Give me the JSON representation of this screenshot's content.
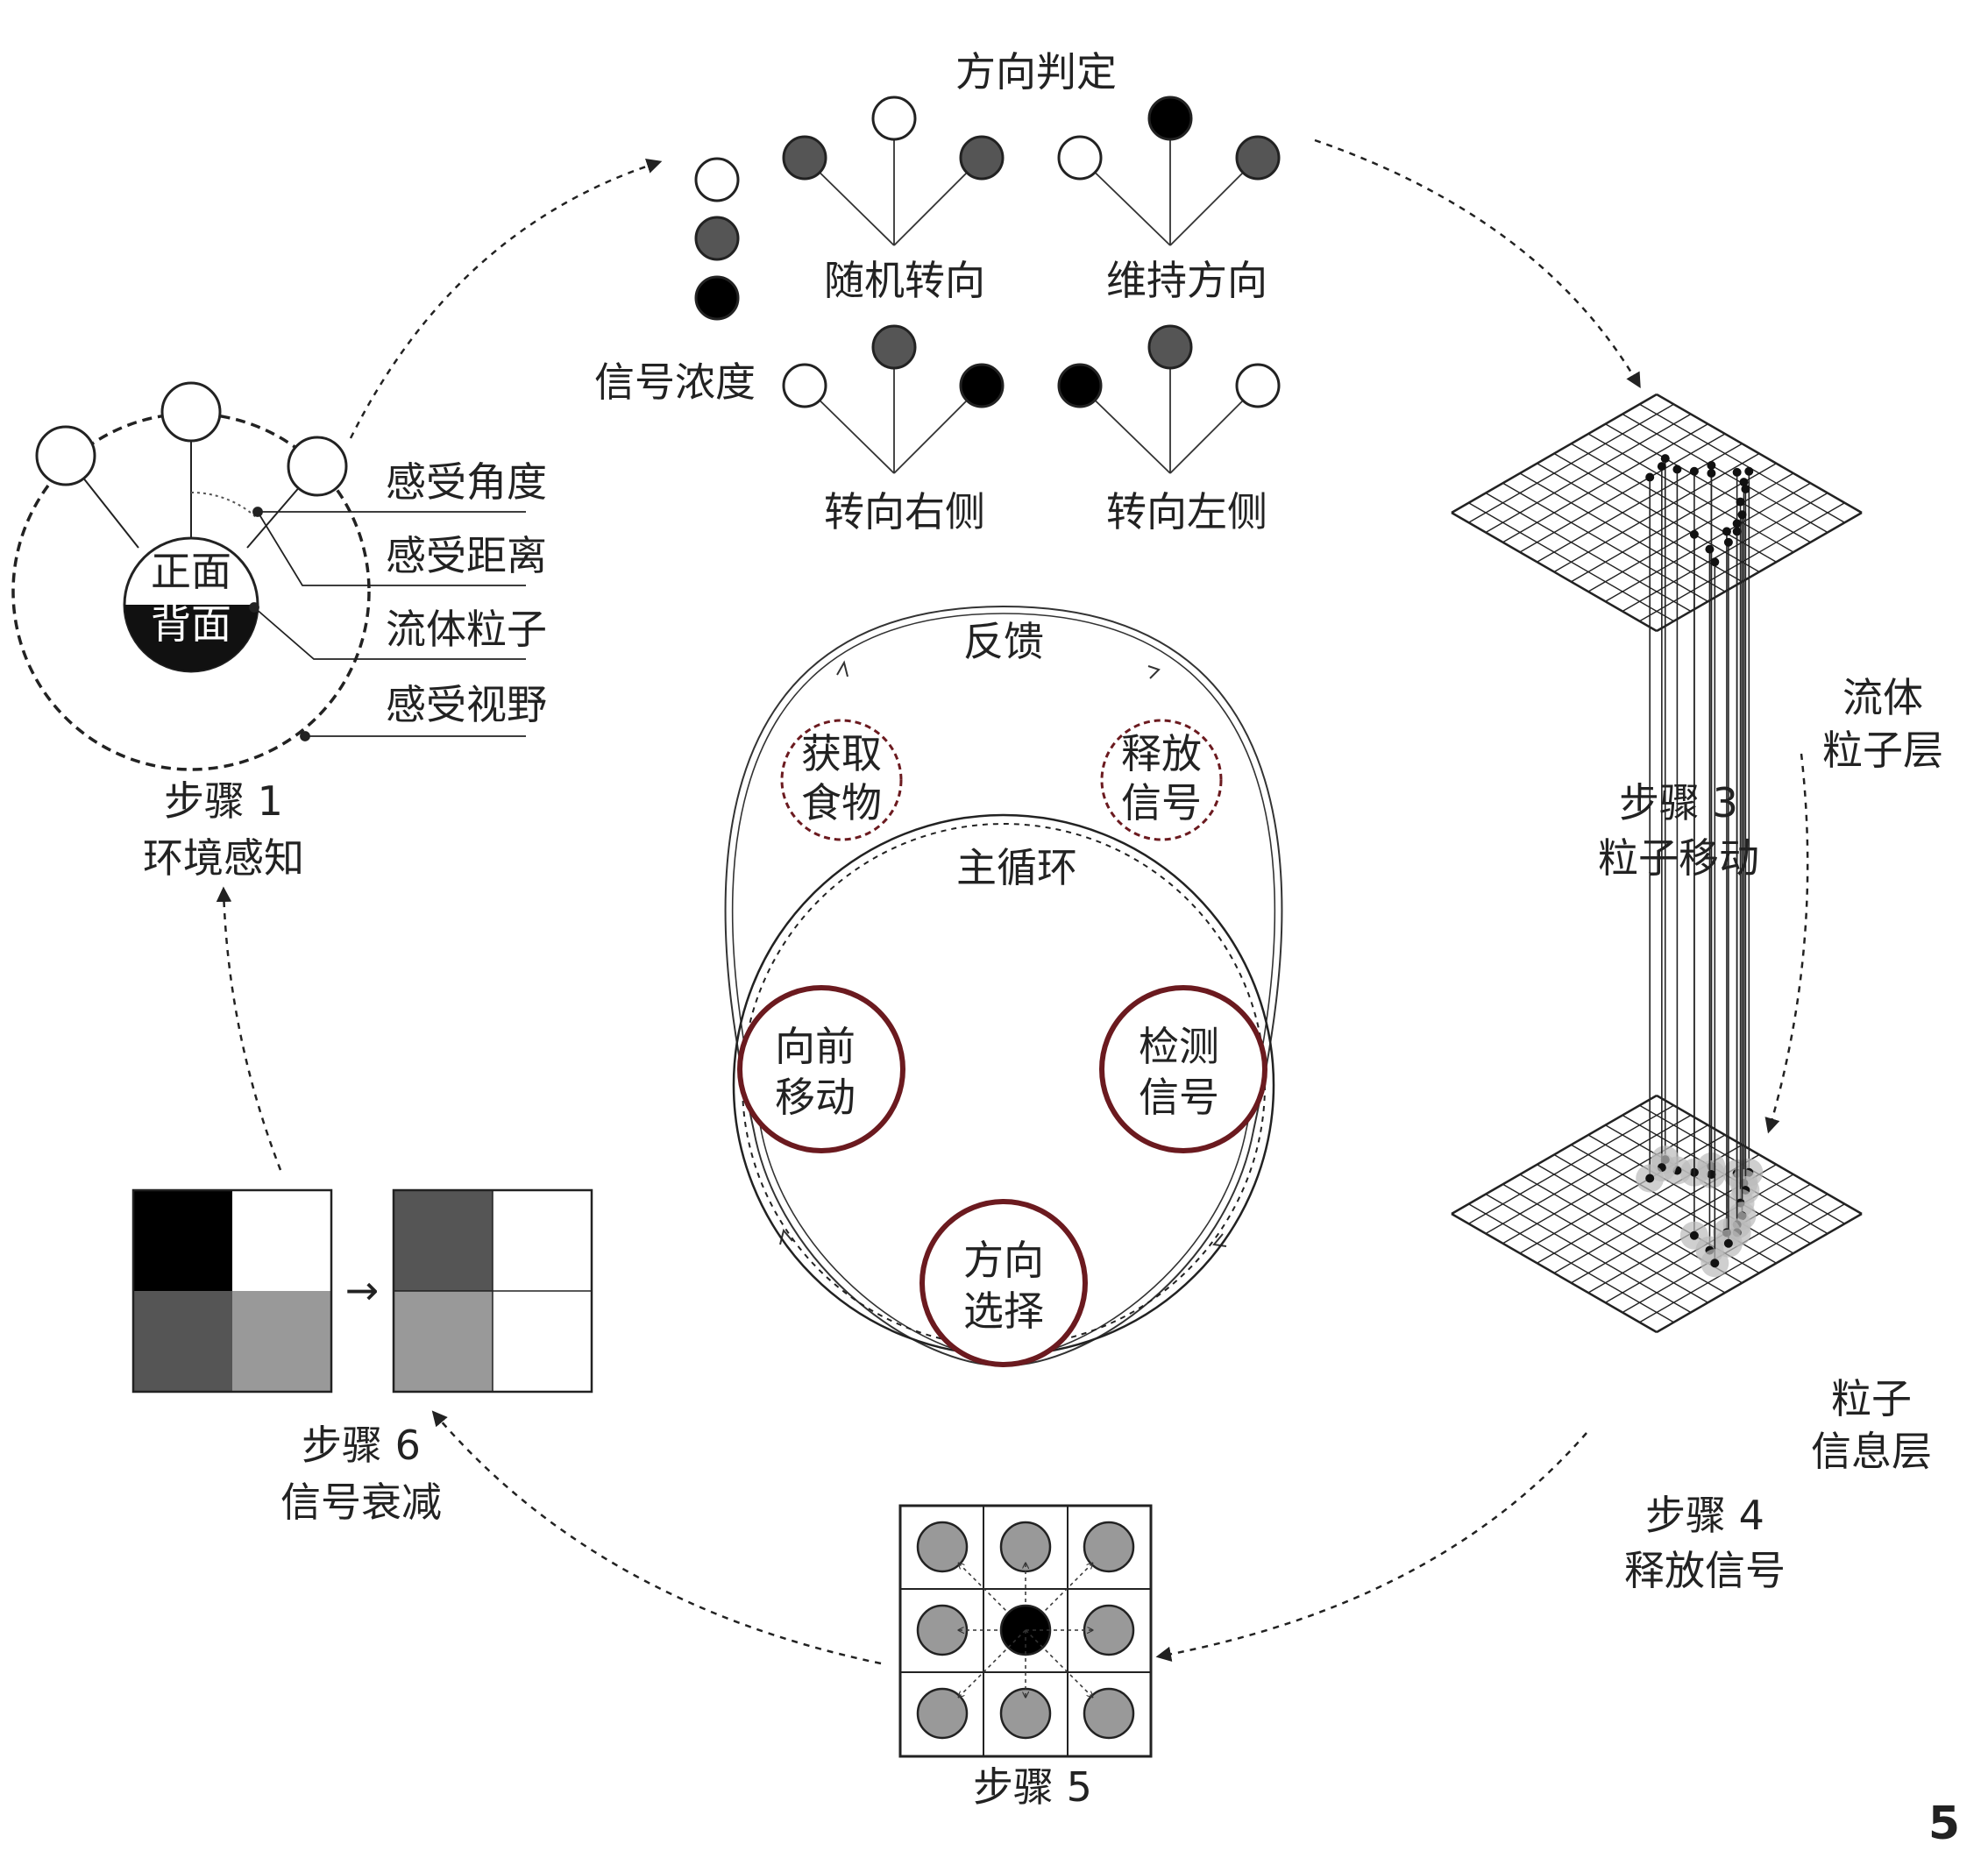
{
  "direction": {
    "title": "方向判定",
    "concentration": "信号浓度",
    "random": "随机转向",
    "keep": "维持方向",
    "right": "转向右侧",
    "left": "转向左侧"
  },
  "step1": {
    "front": "正面",
    "back": "背面",
    "angle": "感受角度",
    "distance": "感受距离",
    "particle": "流体粒子",
    "view": "感受视野",
    "step": "步骤 1",
    "name": "环境感知"
  },
  "loop": {
    "feedback": "反馈",
    "main": "主循环",
    "food_1": "获取",
    "food_2": "食物",
    "release_1": "释放",
    "release_2": "信号",
    "forward_1": "向前",
    "forward_2": "移动",
    "detect_1": "检测",
    "detect_2": "信号",
    "choose_1": "方向",
    "choose_2": "选择"
  },
  "step3": {
    "step": "步骤 3",
    "name": "粒子移动",
    "layer_1": "流体",
    "layer_2": "粒子层"
  },
  "step4": {
    "step": "步骤 4",
    "name": "释放信号",
    "layer_1": "粒子",
    "layer_2": "信息层"
  },
  "step5": {
    "step": "步骤 5"
  },
  "step6": {
    "step": "步骤 6",
    "name": "信号衰减",
    "arrow": "→"
  },
  "page_number": "5",
  "colors": {
    "ink": "#222222",
    "dark_grey": "#555555",
    "mid_grey": "#999999",
    "maroon": "#6b1a1f"
  }
}
